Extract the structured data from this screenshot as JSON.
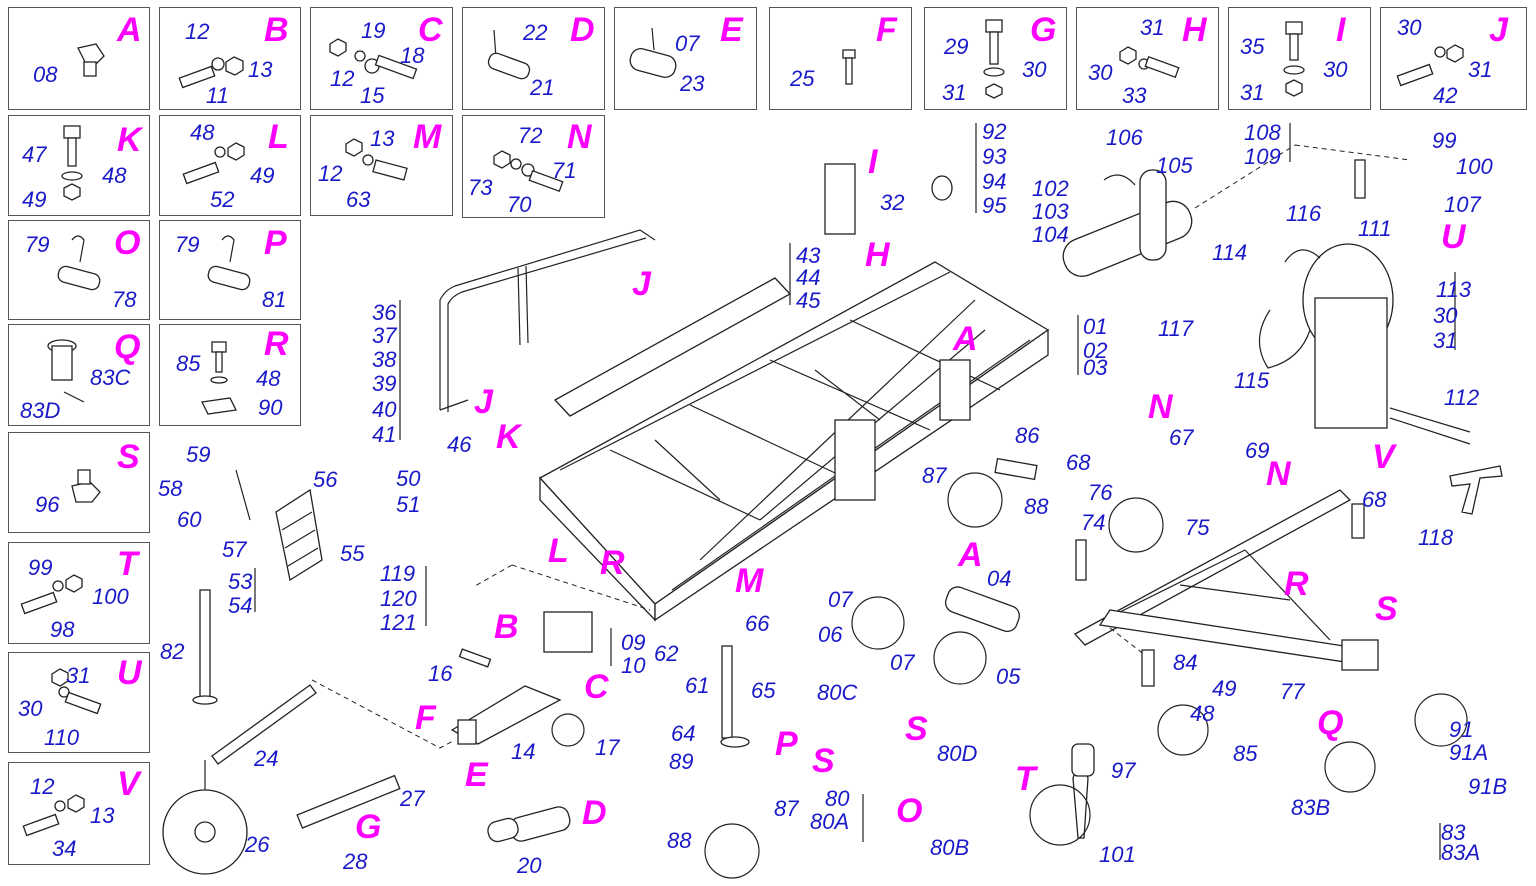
{
  "boxes": [
    {
      "key": "A",
      "nums": [
        "08"
      ]
    },
    {
      "key": "B",
      "nums": [
        "12",
        "13",
        "11"
      ]
    },
    {
      "key": "C",
      "nums": [
        "19",
        "18",
        "12",
        "15"
      ]
    },
    {
      "key": "D",
      "nums": [
        "22",
        "21"
      ]
    },
    {
      "key": "E",
      "nums": [
        "07",
        "23"
      ]
    },
    {
      "key": "F",
      "nums": [
        "25"
      ]
    },
    {
      "key": "G",
      "nums": [
        "29",
        "30",
        "31"
      ]
    },
    {
      "key": "H",
      "nums": [
        "31",
        "30",
        "33"
      ]
    },
    {
      "key": "I",
      "nums": [
        "35",
        "30",
        "31"
      ]
    },
    {
      "key": "J",
      "nums": [
        "30",
        "31",
        "42"
      ]
    },
    {
      "key": "K",
      "nums": [
        "47",
        "48",
        "49"
      ]
    },
    {
      "key": "L",
      "nums": [
        "48",
        "49",
        "52"
      ]
    },
    {
      "key": "M",
      "nums": [
        "13",
        "12",
        "63"
      ]
    },
    {
      "key": "N",
      "nums": [
        "72",
        "73",
        "71",
        "70"
      ]
    },
    {
      "key": "O",
      "nums": [
        "79",
        "78"
      ]
    },
    {
      "key": "P",
      "nums": [
        "79",
        "81"
      ]
    },
    {
      "key": "Q",
      "nums": [
        "83C",
        "83D"
      ]
    },
    {
      "key": "R",
      "nums": [
        "85",
        "48",
        "90"
      ]
    },
    {
      "key": "S",
      "nums": [
        "96"
      ]
    },
    {
      "key": "T",
      "nums": [
        "99",
        "100",
        "98"
      ]
    },
    {
      "key": "U",
      "nums": [
        "31",
        "30",
        "110"
      ]
    },
    {
      "key": "V",
      "nums": [
        "12",
        "13",
        "34"
      ]
    }
  ],
  "callouts": [
    "I",
    "32",
    "H",
    "92",
    "93",
    "94",
    "95",
    "106",
    "105",
    "102",
    "103",
    "104",
    "108",
    "109",
    "99",
    "100",
    "107",
    "U",
    "116",
    "111",
    "114",
    "113",
    "30",
    "31",
    "117",
    "115",
    "112",
    "V",
    "118",
    "43",
    "44",
    "45",
    "J",
    "36",
    "37",
    "38",
    "39",
    "40",
    "41",
    "J",
    "A",
    "01",
    "02",
    "03",
    "46",
    "K",
    "50",
    "51",
    "L",
    "R",
    "59",
    "58",
    "60",
    "57",
    "56",
    "55",
    "53",
    "54",
    "119",
    "120",
    "121",
    "86",
    "87",
    "88",
    "N",
    "68",
    "67",
    "69",
    "N",
    "76",
    "74",
    "75",
    "68",
    "M",
    "62",
    "66",
    "61",
    "65",
    "64",
    "B",
    "09",
    "10",
    "C",
    "16",
    "A",
    "04",
    "07",
    "06",
    "07",
    "05",
    "82",
    "24",
    "F",
    "14",
    "E",
    "17",
    "80C",
    "P",
    "S",
    "S",
    "80D",
    "R",
    "77",
    "84",
    "49",
    "48",
    "85",
    "S",
    "89",
    "87",
    "88",
    "80",
    "80A",
    "O",
    "80B",
    "T",
    "97",
    "101",
    "Q",
    "91",
    "91A",
    "91B",
    "83B",
    "83",
    "83A",
    "27",
    "G",
    "28",
    "26",
    "D",
    "20"
  ]
}
